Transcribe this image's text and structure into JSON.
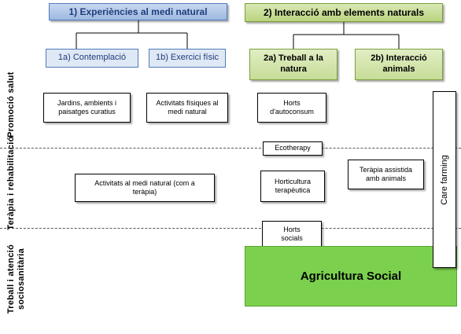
{
  "top_boxes": {
    "nature_experiences": "1) Experiències al medi natural",
    "nature_interaction": "2) Interacció amb elements naturals"
  },
  "sub_boxes": {
    "contemplation": "1a) Contemplació",
    "physical_exercise": "1b) Exercici físic",
    "nature_work": "2a) Treball a la natura",
    "animal_interaction": "2b) Interacció animals"
  },
  "rows": {
    "health_promotion": "Promoció salut",
    "therapy_rehab": "Teràpia i rehabilitació",
    "social_work": "Treball i atenció sociosanitària"
  },
  "items": {
    "gardens": "Jardins, ambients i paisatges curatius",
    "physical_activities": "Activitats físiques al medi natural",
    "self_consumption_gardens": "Horts d'autoconsum",
    "ecotherapy": "Ecotherapy",
    "nature_activities_therapy": "Activitats al medi natural (com a teràpia)",
    "therapeutic_horticulture": "Horticultura terapèutica",
    "animal_assisted_therapy": "Teràpia assistida amb animals",
    "social_gardens": "Horts socials"
  },
  "care_farming": "Care farming",
  "social_agriculture": "Agricultura Social",
  "colors": {
    "blue_border": "#4f7bbd",
    "blue_fill": "#9db8e1",
    "green_border": "#7aa03a",
    "green_fill": "#b9d47f",
    "social_agriculture_fill": "#7bd14d"
  }
}
